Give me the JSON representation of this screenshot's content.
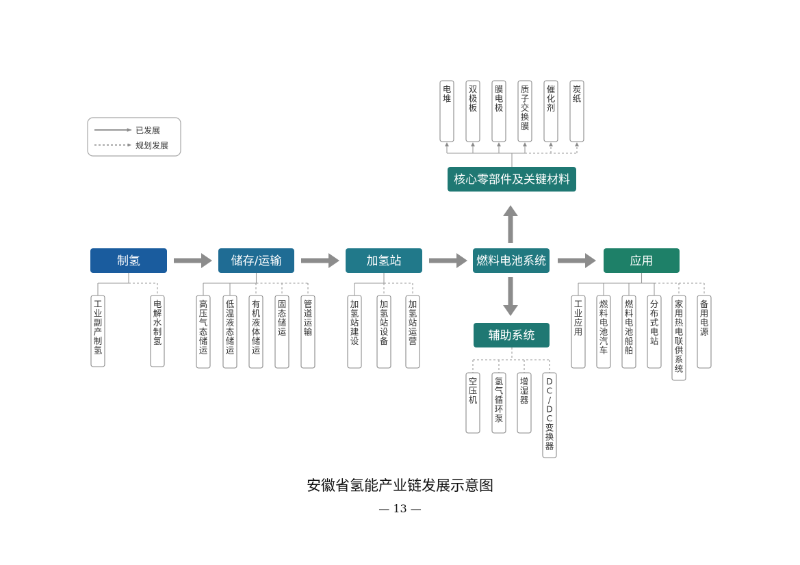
{
  "legend": {
    "solid": "已发展",
    "dashed": "规划发展"
  },
  "colors": {
    "production": "#1a5c9e",
    "storage": "#1f6c94",
    "station": "#21798a",
    "fuelcell": "#217980",
    "application": "#1e8068",
    "core": "#1f7873",
    "auxiliary": "#1f7873",
    "arrow": "#8c8c8c",
    "line": "#9a9a9a"
  },
  "stages": [
    {
      "label": "制氢",
      "items": [
        "工业副产制氢",
        "电解水制氢"
      ]
    },
    {
      "label": "储存/运输",
      "items": [
        "高压气态储运",
        "低温液态储运",
        "有机液体储运",
        "固态储运",
        "管道运输"
      ]
    },
    {
      "label": "加氢站",
      "items": [
        "加氢站建设",
        "加氢站设备",
        "加氢站运营"
      ]
    },
    {
      "label": "燃料电池系统"
    },
    {
      "label": "应用",
      "items": [
        "工业应用",
        "燃料电池汽车",
        "燃料电池船舶",
        "分布式电站",
        "家用热电联供系统",
        "备用电源"
      ]
    }
  ],
  "core": {
    "label": "核心零部件及关键材料",
    "items": [
      "电堆",
      "双极板",
      "膜电极",
      "质子交换膜",
      "催化剂",
      "炭纸"
    ]
  },
  "auxiliary": {
    "label": "辅助系统",
    "items": [
      "空压机",
      "氢气循环泵",
      "增湿器",
      "DC/DC变换器"
    ]
  },
  "caption": "安徽省氢能产业链发展示意图",
  "page_number": "— 13 —"
}
